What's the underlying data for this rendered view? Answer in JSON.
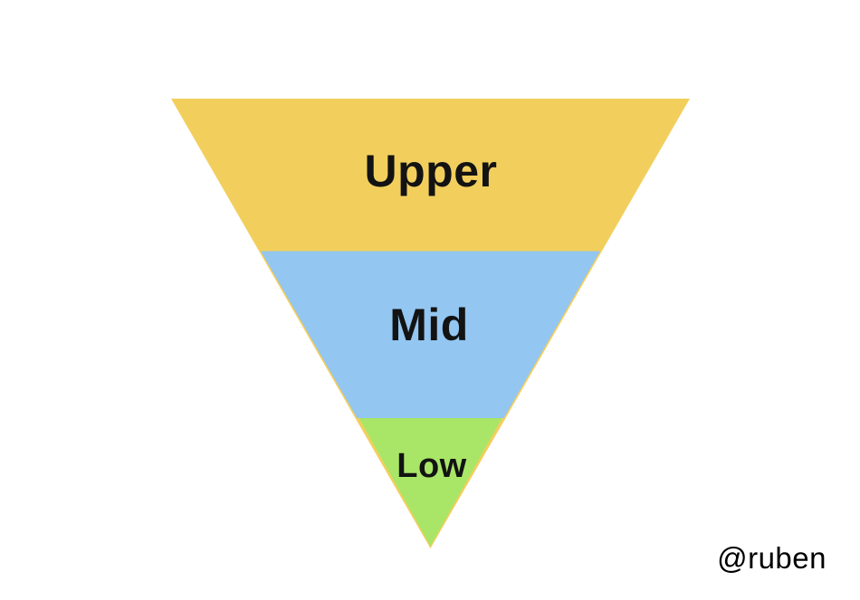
{
  "canvas": {
    "background": "#ffffff"
  },
  "funnel": {
    "levels": [
      {
        "label": "Upper",
        "color": "#F2CF5D"
      },
      {
        "label": "Mid",
        "color": "#93C6F1"
      },
      {
        "label": "Low",
        "color": "#A9E667"
      }
    ],
    "label_color": "#131313"
  },
  "credit": {
    "handle": "@ruben",
    "color": "#1c1c1c"
  }
}
